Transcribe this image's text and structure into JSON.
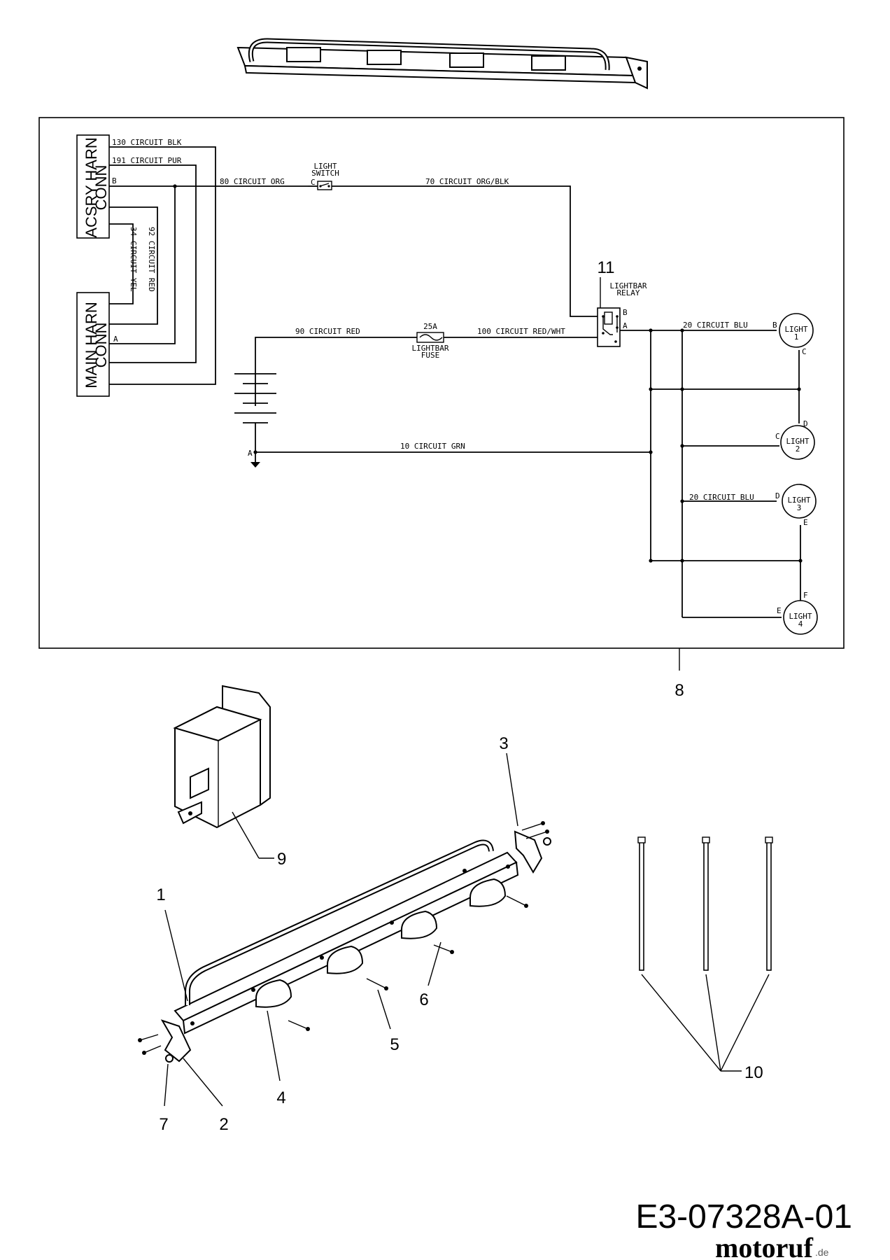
{
  "connectors": {
    "acsry": {
      "line1": "ACSRY HARN",
      "line2": "CONN"
    },
    "main": {
      "line1": "MAIN HARN",
      "line2": "CONN"
    }
  },
  "wires": {
    "w130": "130 CIRCUIT BLK",
    "w191": "191 CIRCUIT PUR",
    "w80": "80 CIRCUIT ORG",
    "w70": "70 CIRCUIT ORG/BLK",
    "w34": "34 CIRCUIT YEL",
    "w92": "92 CIRCUIT RED",
    "w90": "90 CIRCUIT RED",
    "w100": "100 CIRCUIT RED/WHT",
    "w20a": "20 CIRCUIT BLU",
    "w20b": "20 CIRCUIT BLU",
    "w10": "10 CIRCUIT GRN"
  },
  "components": {
    "switch": {
      "line1": "LIGHT",
      "line2": "SWITCH"
    },
    "relay": {
      "line1": "LIGHTBAR",
      "line2": "RELAY"
    },
    "fuse": {
      "rating": "25A",
      "line1": "LIGHTBAR",
      "line2": "FUSE"
    },
    "lights": [
      {
        "line1": "LIGHT",
        "line2": "1"
      },
      {
        "line1": "LIGHT",
        "line2": "2"
      },
      {
        "line1": "LIGHT",
        "line2": "3"
      },
      {
        "line1": "LIGHT",
        "line2": "4"
      }
    ]
  },
  "terminals": {
    "acsry_b": "B",
    "main_a": "A",
    "switch_c": "C",
    "relay_b": "B",
    "relay_a": "A",
    "bat_a": "A",
    "l1_b": "B",
    "l1_c": "C",
    "l2_c": "C",
    "l2_d": "D",
    "l3_d": "D",
    "l3_e": "E",
    "l4_e": "E",
    "l4_f": "F"
  },
  "callouts": {
    "p1": "1",
    "p2": "2",
    "p3": "3",
    "p4": "4",
    "p5": "5",
    "p6": "6",
    "p7": "7",
    "p8": "8",
    "p9": "9",
    "p10": "10",
    "p11": "11"
  },
  "footer": {
    "doc_number": "E3-07328A-01",
    "brand": "motoruf",
    "brand_suffix": ".de"
  }
}
